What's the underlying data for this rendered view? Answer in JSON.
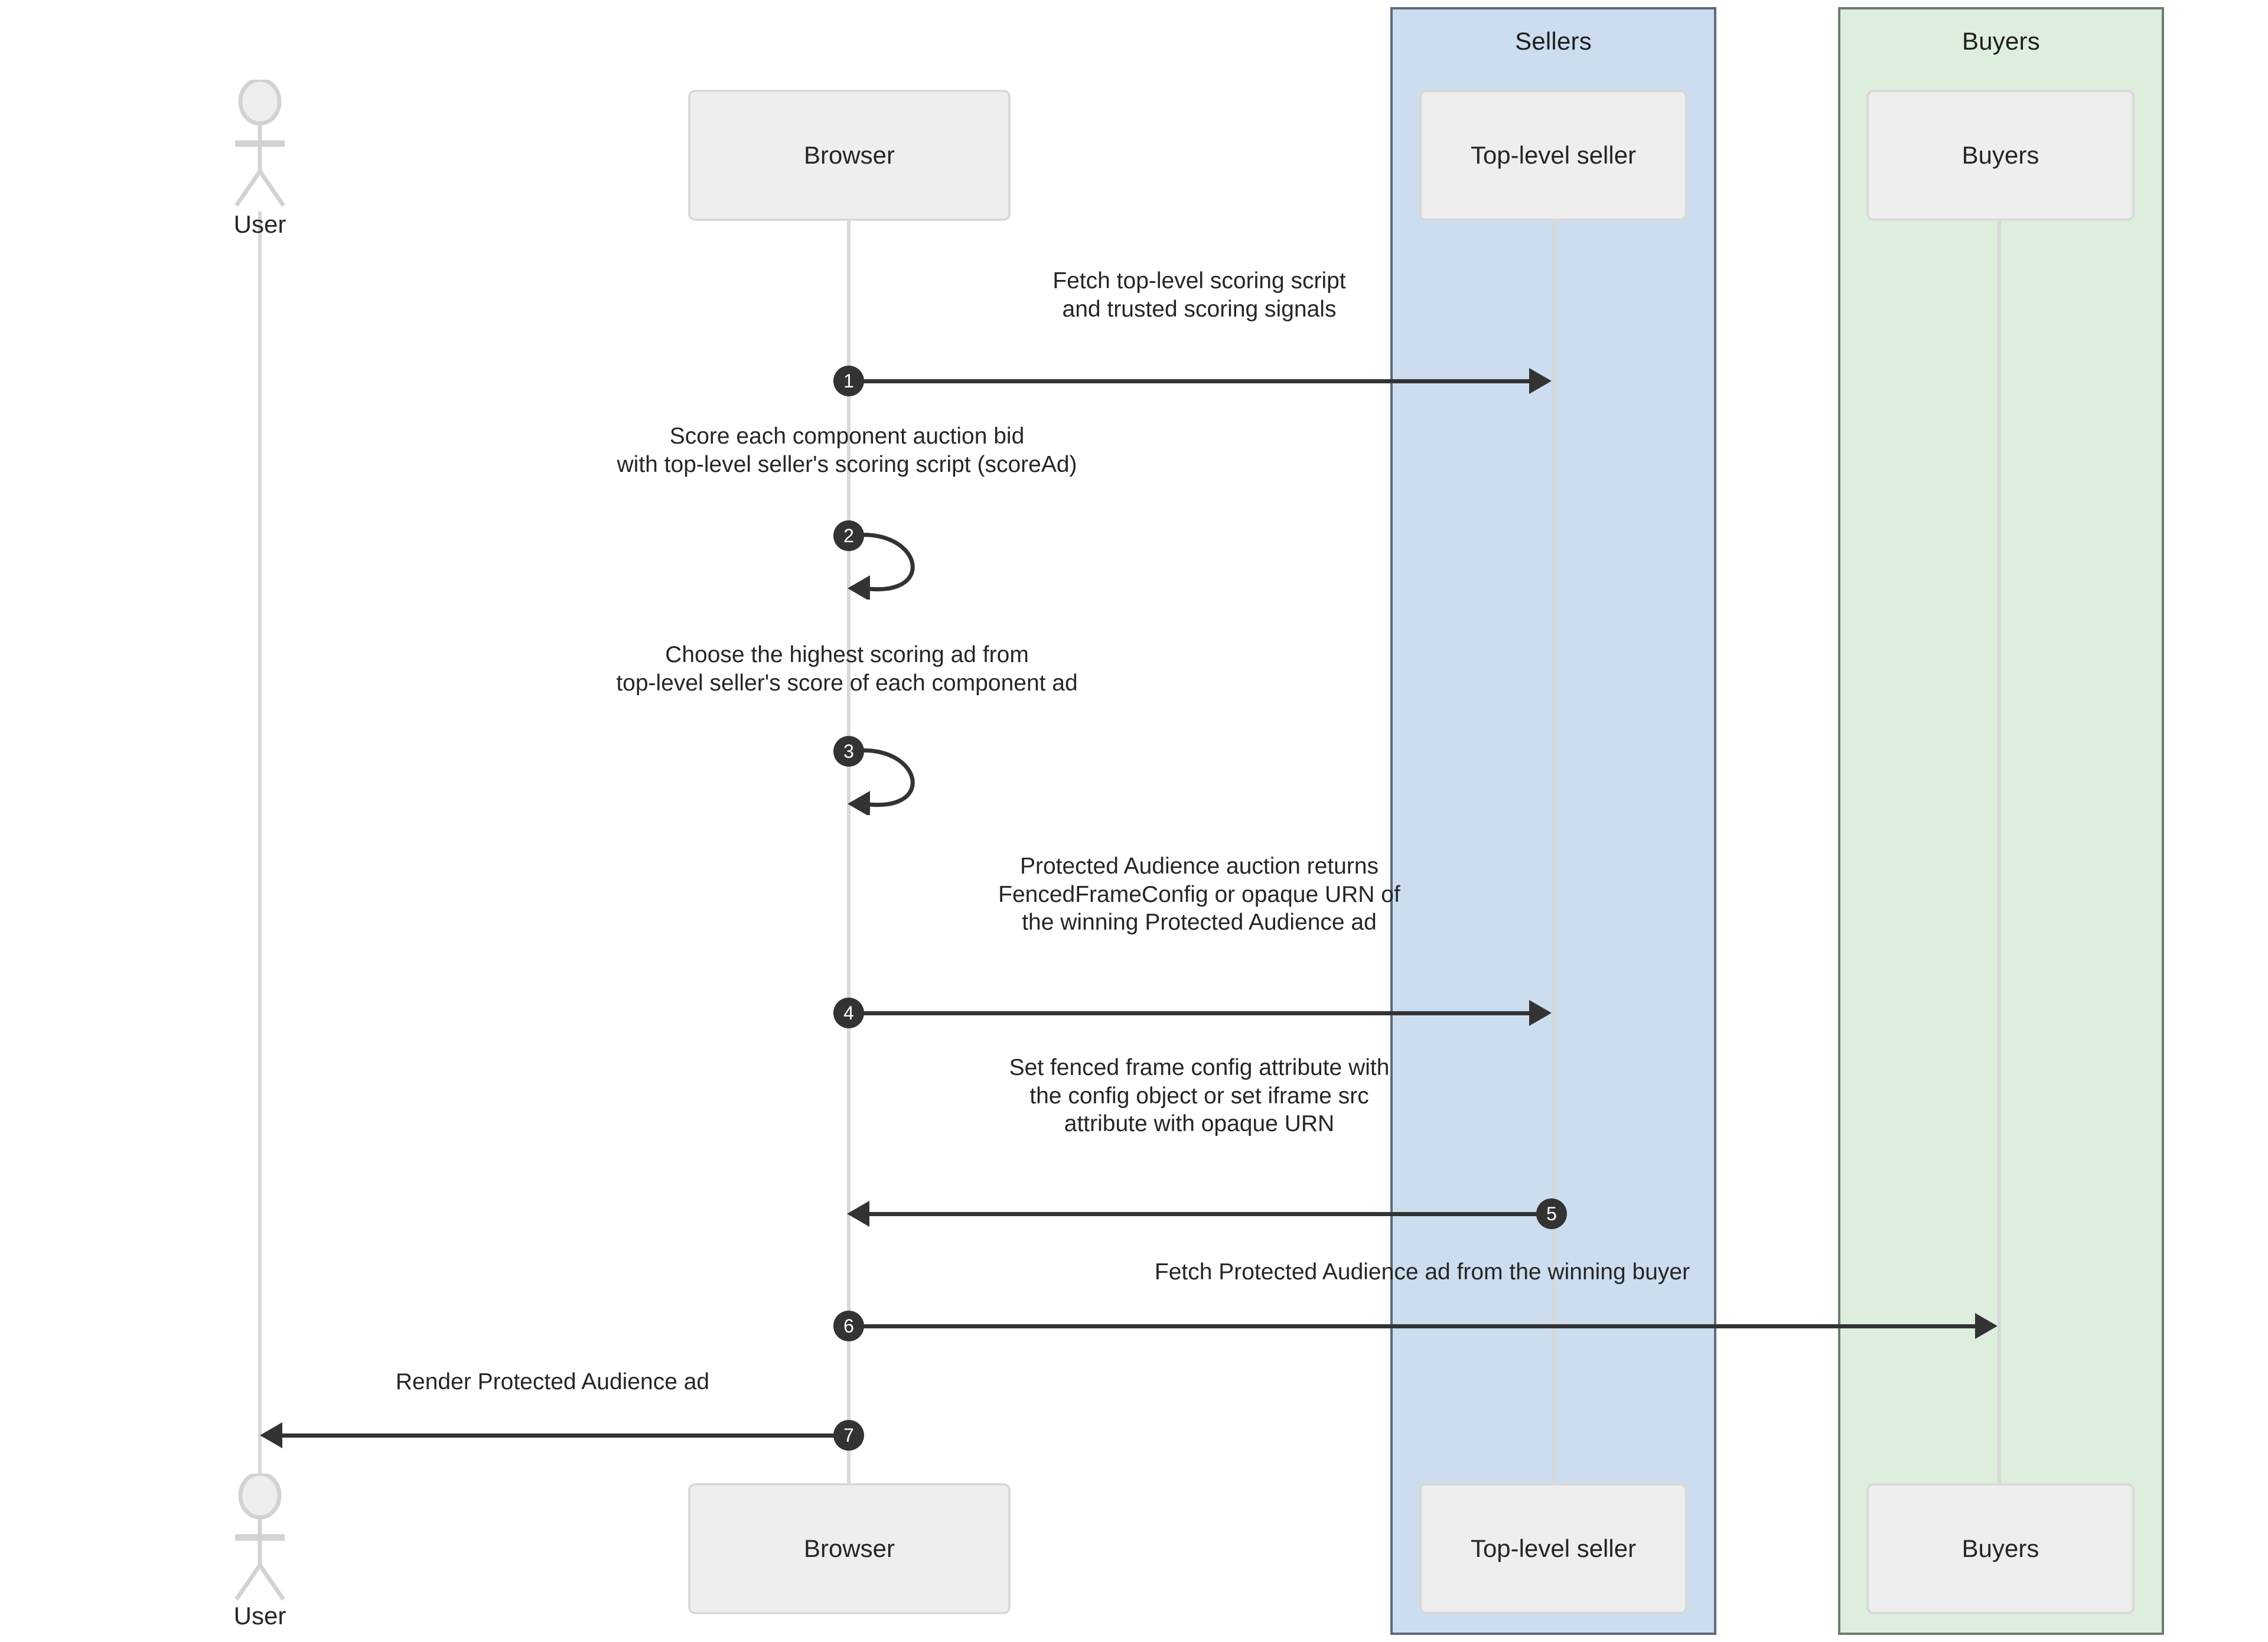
{
  "diagram": {
    "type": "sequence",
    "title": "Protected Audience top-level auction sequence"
  },
  "groups": [
    {
      "id": "sellers",
      "label": "Sellers",
      "color": "#cbddef",
      "border": "#5d6b7c"
    },
    {
      "id": "buyers",
      "label": "Buyers",
      "color": "#deeedd",
      "border": "#6d7d6d"
    }
  ],
  "participants": [
    {
      "id": "user",
      "label": "User",
      "kind": "actor"
    },
    {
      "id": "browser",
      "label": "Browser",
      "kind": "box"
    },
    {
      "id": "seller",
      "label": "Top-level seller",
      "kind": "box",
      "group": "sellers"
    },
    {
      "id": "buyer",
      "label": "Buyers",
      "kind": "box",
      "group": "buyers"
    }
  ],
  "participants_bottom": [
    {
      "id": "user",
      "label": "User"
    },
    {
      "id": "browser",
      "label": "Browser"
    },
    {
      "id": "seller",
      "label": "Top-level seller"
    },
    {
      "id": "buyer",
      "label": "Buyers"
    }
  ],
  "messages": [
    {
      "number": "1",
      "from": "browser",
      "to": "seller",
      "direction": "right",
      "lines": [
        "Fetch top-level scoring script",
        "and trusted scoring signals"
      ]
    },
    {
      "number": "2",
      "from": "browser",
      "to": "browser",
      "direction": "self",
      "lines": [
        "Score each component auction bid",
        "with top-level seller's scoring script (scoreAd)"
      ]
    },
    {
      "number": "3",
      "from": "browser",
      "to": "browser",
      "direction": "self",
      "lines": [
        "Choose the highest scoring ad from",
        "top-level seller's score of each component ad"
      ]
    },
    {
      "number": "4",
      "from": "browser",
      "to": "seller",
      "direction": "right",
      "lines": [
        "Protected Audience auction returns",
        "FencedFrameConfig or opaque URN of",
        "the winning Protected Audience ad"
      ]
    },
    {
      "number": "5",
      "from": "seller",
      "to": "browser",
      "direction": "left",
      "lines": [
        "Set fenced frame config attribute with",
        "the config object or set iframe src",
        "attribute with opaque URN"
      ]
    },
    {
      "number": "6",
      "from": "browser",
      "to": "buyer",
      "direction": "right",
      "lines": [
        "Fetch Protected Audience ad from the winning buyer"
      ]
    },
    {
      "number": "7",
      "from": "browser",
      "to": "user",
      "direction": "left",
      "lines": [
        "Render Protected Audience ad"
      ]
    }
  ]
}
